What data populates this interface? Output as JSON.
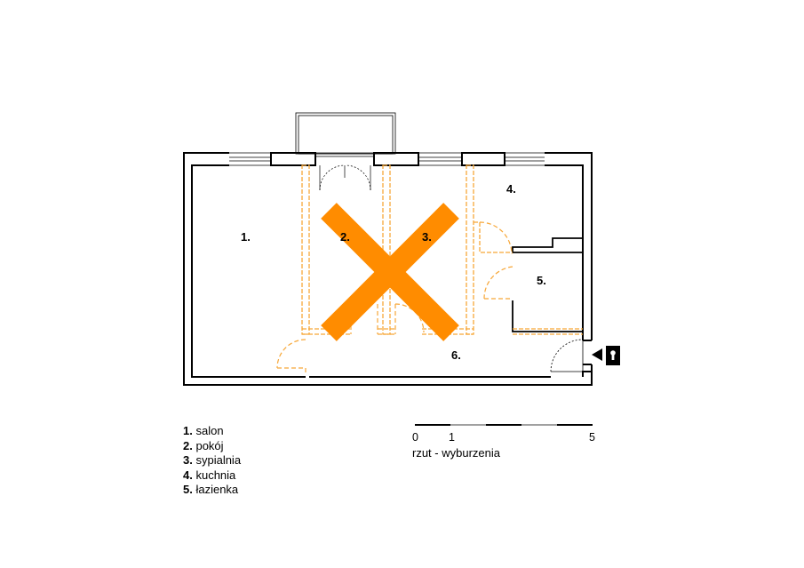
{
  "rooms": [
    {
      "id": "1",
      "label": "1."
    },
    {
      "id": "2",
      "label": "2."
    },
    {
      "id": "3",
      "label": "3."
    },
    {
      "id": "4",
      "label": "4."
    },
    {
      "id": "5",
      "label": "5."
    },
    {
      "id": "6",
      "label": "6."
    }
  ],
  "legend": [
    {
      "num": "1.",
      "name": "salon"
    },
    {
      "num": "2.",
      "name": "pokój"
    },
    {
      "num": "3.",
      "name": "sypialnia"
    },
    {
      "num": "4.",
      "name": "kuchnia"
    },
    {
      "num": "5.",
      "name": "łazienka"
    }
  ],
  "scale": {
    "ticks": [
      "0",
      "1",
      "5"
    ],
    "caption": "rzut - wyburzenia"
  },
  "colors": {
    "walls": "#000000",
    "demolition": "#f7a738",
    "cross": "#ff8c00"
  },
  "icons": {
    "entrance": "triangle-left-icon",
    "lock": "keyhole-icon"
  }
}
